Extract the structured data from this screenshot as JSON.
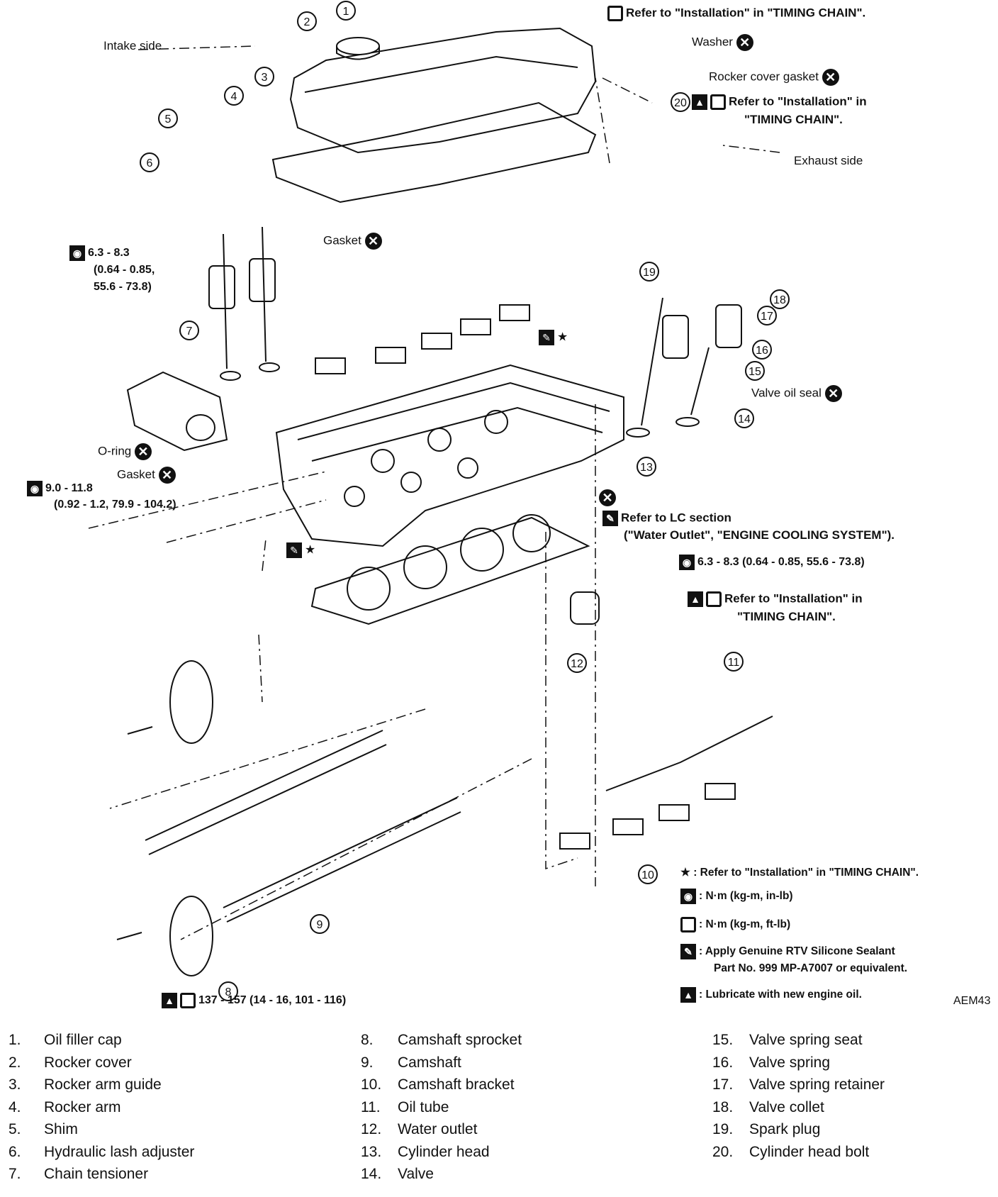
{
  "labels": {
    "intake_side": "Intake side",
    "exhaust_side": "Exhaust side",
    "washer": "Washer",
    "rocker_cover_gasket": "Rocker cover gasket",
    "gasket_top": "Gasket",
    "o_ring": "O-ring",
    "gasket_left": "Gasket",
    "valve_oil_seal": "Valve oil seal",
    "code": "AEM43"
  },
  "notes": {
    "timing_chain_top": "Refer to \"Installation\" in \"TIMING CHAIN\".",
    "timing_chain_20_a": "Refer to \"Installation\" in",
    "timing_chain_20_b": "\"TIMING CHAIN\".",
    "timing_chain_mid_a": "Refer to \"Installation\" in",
    "timing_chain_mid_b": "\"TIMING CHAIN\".",
    "lc_section_a": "Refer to LC section",
    "lc_section_b": "(\"Water Outlet\", \"ENGINE COOLING SYSTEM\").",
    "star": "★"
  },
  "torques": {
    "t1_a": "6.3 - 8.3",
    "t1_b": "(0.64 - 0.85,",
    "t1_c": "55.6 - 73.8)",
    "t2_a": "9.0 - 11.8",
    "t2_b": "(0.92 - 1.2, 79.9 - 104.2)",
    "t3": "6.3 - 8.3 (0.64 - 0.85, 55.6 - 73.8)",
    "t4": "137 - 157 (14 - 16, 101 - 116)"
  },
  "legend": [
    {
      "icon": "star-icon",
      "text": ": Refer to \"Installation\" in \"TIMING CHAIN\"."
    },
    {
      "icon": "torque-in-lb-icon",
      "text": ": N·m (kg-m, in-lb)"
    },
    {
      "icon": "torque-ft-lb-icon",
      "text": ": N·m (kg-m, ft-lb)"
    },
    {
      "icon": "sealant-icon",
      "text": ": Apply Genuine RTV Silicone Sealant"
    },
    {
      "icon": "sealant-icon-cont",
      "text": "Part No. 999 MP-A7007 or equivalent."
    },
    {
      "icon": "oil-can-icon",
      "text": ": Lubricate with new engine oil."
    }
  ],
  "callouts": [
    "1",
    "2",
    "3",
    "4",
    "5",
    "6",
    "7",
    "8",
    "9",
    "10",
    "11",
    "12",
    "13",
    "14",
    "15",
    "16",
    "17",
    "18",
    "19",
    "20"
  ],
  "parts": [
    {
      "num": "1.",
      "name": "Oil filler cap"
    },
    {
      "num": "2.",
      "name": "Rocker cover"
    },
    {
      "num": "3.",
      "name": "Rocker arm guide"
    },
    {
      "num": "4.",
      "name": "Rocker arm"
    },
    {
      "num": "5.",
      "name": "Shim"
    },
    {
      "num": "6.",
      "name": "Hydraulic lash adjuster"
    },
    {
      "num": "7.",
      "name": "Chain tensioner"
    },
    {
      "num": "8.",
      "name": "Camshaft sprocket"
    },
    {
      "num": "9.",
      "name": "Camshaft"
    },
    {
      "num": "10.",
      "name": "Camshaft bracket"
    },
    {
      "num": "11.",
      "name": "Oil tube"
    },
    {
      "num": "12.",
      "name": "Water outlet"
    },
    {
      "num": "13.",
      "name": "Cylinder head"
    },
    {
      "num": "14.",
      "name": "Valve"
    },
    {
      "num": "15.",
      "name": "Valve spring seat"
    },
    {
      "num": "16.",
      "name": "Valve spring"
    },
    {
      "num": "17.",
      "name": "Valve spring retainer"
    },
    {
      "num": "18.",
      "name": "Valve collet"
    },
    {
      "num": "19.",
      "name": "Spark plug"
    },
    {
      "num": "20.",
      "name": "Cylinder head bolt"
    }
  ]
}
